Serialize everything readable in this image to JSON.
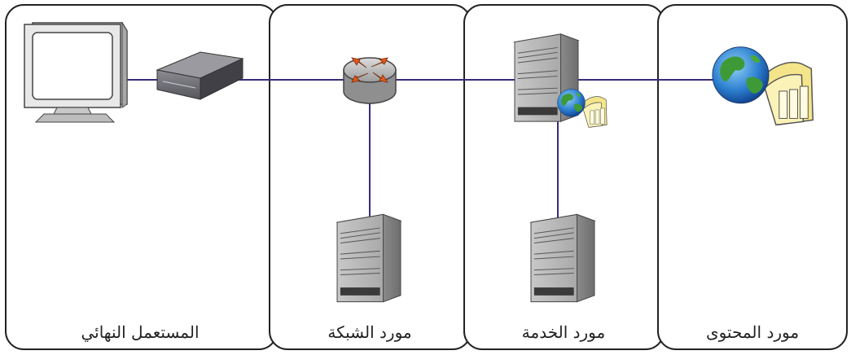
{
  "colors": {
    "link": "#3b2a7a",
    "panel_border": "#222222",
    "background": "#ffffff"
  },
  "panels": [
    {
      "id": "end-user",
      "label": "المستعمل النهائي"
    },
    {
      "id": "network-provider",
      "label": "مورد الشبكة"
    },
    {
      "id": "service-provider",
      "label": "مورد الخدمة"
    },
    {
      "id": "content-provider",
      "label": "مورد المحتوى"
    }
  ],
  "icons": {
    "end_user": [
      "monitor-icon",
      "modem-icon"
    ],
    "network_provider": [
      "router-icon",
      "server-tower-icon"
    ],
    "service_provider": [
      "server-tower-icon",
      "globe-film-icon",
      "server-tower-icon"
    ],
    "content_provider": [
      "globe-film-icon"
    ]
  }
}
